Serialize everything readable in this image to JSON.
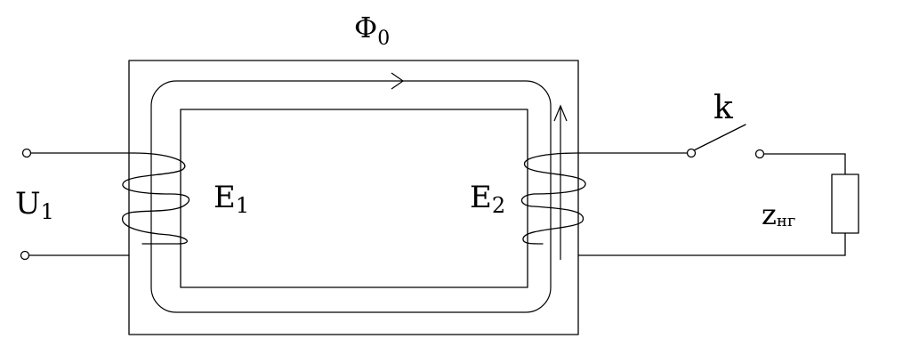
{
  "labels": {
    "flux": {
      "main": "Φ",
      "sub": "0"
    },
    "u1": {
      "main": "U",
      "sub": "1"
    },
    "e1": {
      "main": "E",
      "sub": "1"
    },
    "e2": {
      "main": "E",
      "sub": "2"
    },
    "switch": "k",
    "load": {
      "main": "z",
      "sub": "нг"
    }
  }
}
